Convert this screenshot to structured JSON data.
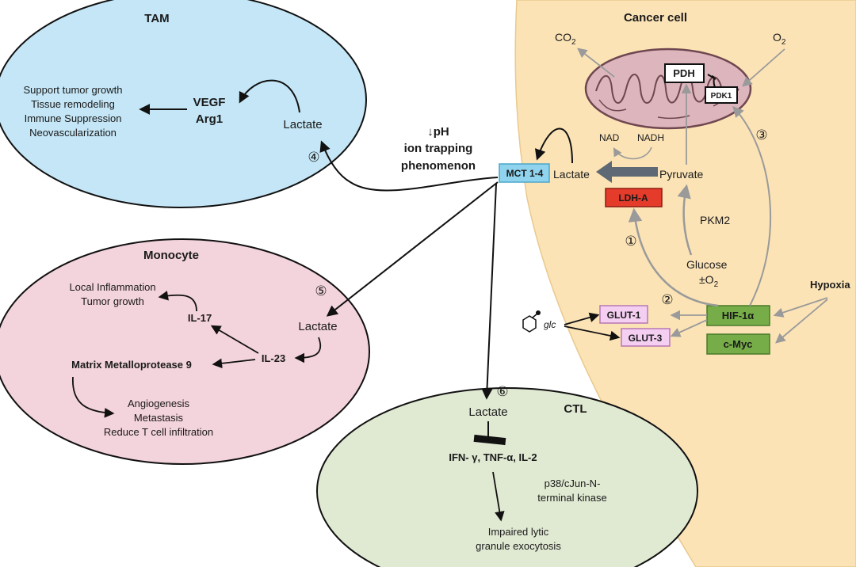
{
  "colors": {
    "tam_fill": "#c4e6f6",
    "monocyte_fill": "#f3d3dc",
    "ctl_fill": "#e0e9d2",
    "cancer_cell_fill": "#fbe3b6",
    "mitochondria_fill": "#ddb6bd",
    "mct_box": "#8fd3ee",
    "ldha_box": "#e43b2a",
    "glut_box": "#f4cff2",
    "hif_box": "#77ad48",
    "arrow_gray": "#9a9a9a",
    "arrow_dark": "#5f6975"
  },
  "tam": {
    "title": "TAM",
    "lactate": "Lactate",
    "marker": "④",
    "factors": [
      "VEGF",
      "Arg1"
    ],
    "effects": [
      "Support tumor growth",
      "Tissue remodeling",
      "Immune Suppression",
      "Neovascularization"
    ]
  },
  "ph_note": [
    "↓pH",
    "ion trapping",
    "phenomenon"
  ],
  "monocyte": {
    "title": "Monocyte",
    "marker": "⑤",
    "lactate": "Lactate",
    "il17": "IL-17",
    "il23": "IL-23",
    "mmp9": "Matrix Metalloprotease 9",
    "effects_top": [
      "Local Inflammation",
      "Tumor growth"
    ],
    "effects_bottom": [
      "Angiogenesis",
      "Metastasis",
      "Reduce T cell infiltration"
    ]
  },
  "ctl": {
    "title": "CTL",
    "marker": "⑥",
    "lactate": "Lactate",
    "cytokines": "IFN- γ, TNF-α, IL-2",
    "pathway": [
      "p38/cJun-N-",
      "terminal kinase"
    ],
    "outcome": [
      "Impaired lytic",
      "granule exocytosis"
    ]
  },
  "cancer_cell": {
    "title": "Cancer cell",
    "co2": "CO",
    "co2_sub": "2",
    "o2": "O",
    "o2_sub": "2",
    "pdh": "PDH",
    "pdk1": "PDK1",
    "nad": "NAD",
    "nadh": "NADH",
    "mct": "MCT 1-4",
    "lactate": "Lactate",
    "pyruvate": "Pyruvate",
    "ldha": "LDH-A",
    "pkm2": "PKM2",
    "glucose": "Glucose",
    "glucose_o2": "±O",
    "glucose_o2_sub": "2",
    "glut1": "GLUT-1",
    "glut3": "GLUT-3",
    "hif1a": "HIF-1α",
    "cmyc": "c-Myc",
    "glc": "glc",
    "marker1": "①",
    "marker2": "②",
    "marker3": "③"
  },
  "hypoxia": "Hypoxia"
}
